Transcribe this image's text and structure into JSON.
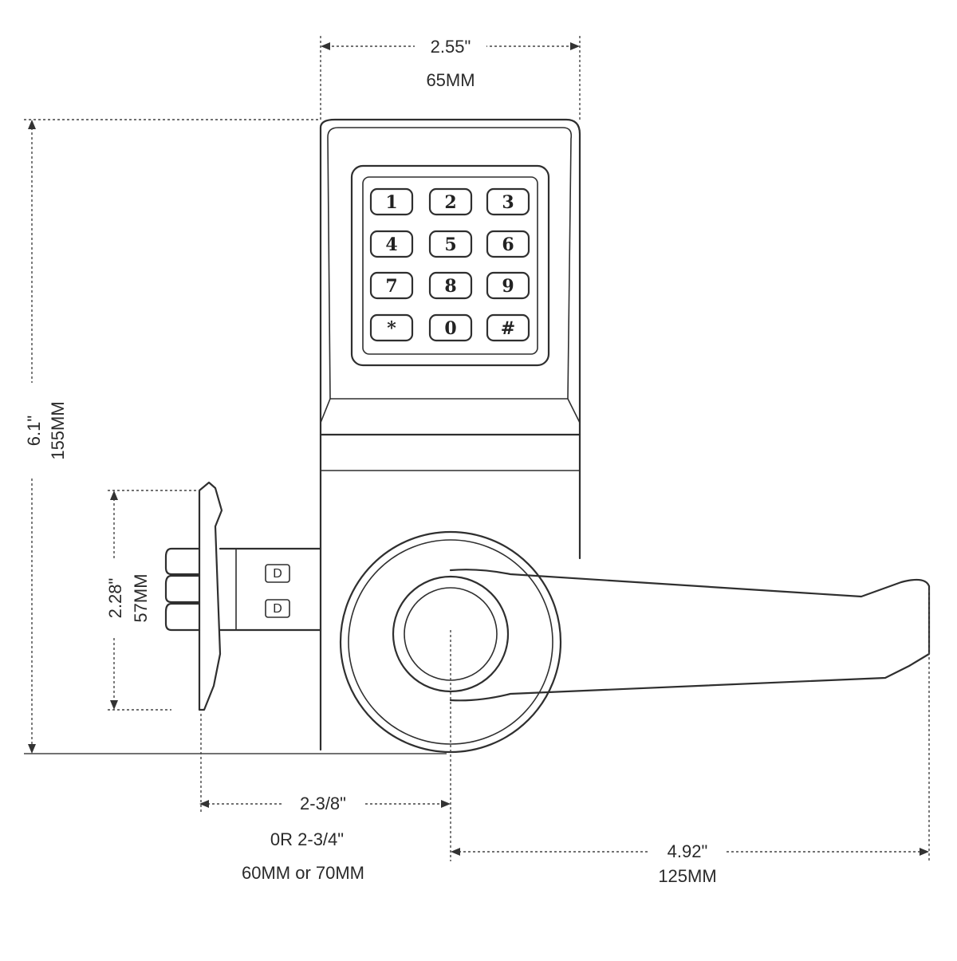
{
  "dimensions": {
    "width_in": "2.55\"",
    "width_mm": "65MM",
    "height_in": "6.1\"",
    "height_mm": "155MM",
    "rose_in": "2.28\"",
    "rose_mm": "57MM",
    "backset_in": "2-3/8\"",
    "backset_alt": "0R  2-3/4\"",
    "backset_mm": "60MM or 70MM",
    "lever_in": "4.92\"",
    "lever_mm": "125MM"
  },
  "keypad": {
    "keys": [
      "1",
      "2",
      "3",
      "4",
      "5",
      "6",
      "7",
      "8",
      "9",
      "*",
      "0",
      "#"
    ]
  },
  "latch": {
    "label_a": "D",
    "label_b": "D"
  }
}
